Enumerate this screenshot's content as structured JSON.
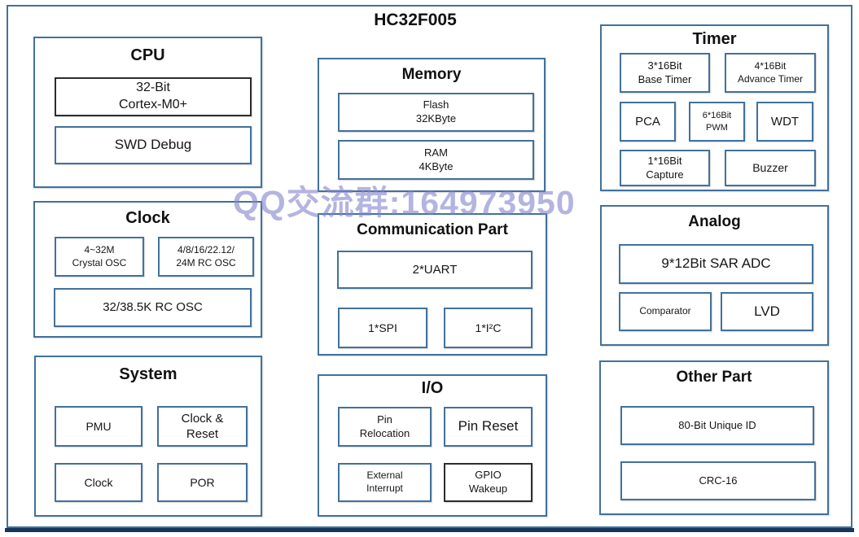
{
  "title": "HC32F005",
  "watermark": {
    "text": "QQ交流群:164973950",
    "color": "#8282cd"
  },
  "colors": {
    "border_blue": "#41719C",
    "border_dark": "#2d2d2d",
    "bottom_bar": "#17365D",
    "text": "#161616",
    "watermark": "#8282cd"
  },
  "sections": {
    "cpu": {
      "title": "CPU",
      "blocks": {
        "cortex": "32-Bit\nCortex-M0+",
        "swd": "SWD Debug"
      }
    },
    "clock": {
      "title": "Clock",
      "blocks": {
        "crystal_osc": "4~32M\nCrystal OSC",
        "rc_osc": "4/8/16/22.12/\n24M RC OSC",
        "low_speed_osc": "32/38.5K RC OSC"
      }
    },
    "system": {
      "title": "System",
      "blocks": {
        "pmu": "PMU",
        "clock_reset": "Clock &\nReset",
        "clock": "Clock",
        "por": "POR"
      }
    },
    "memory": {
      "title": "Memory",
      "blocks": {
        "flash": "Flash\n32KByte",
        "ram": "RAM\n4KByte"
      }
    },
    "communication": {
      "title": "Communication Part",
      "blocks": {
        "uart": "2*UART",
        "spi": "1*SPI",
        "i2c": "1*I²C"
      }
    },
    "io": {
      "title": "I/O",
      "blocks": {
        "pin_relocation": "Pin\nRelocation",
        "pin_reset": "Pin Reset",
        "external_interrupt": "External\nInterrupt",
        "gpio_wakeup": "GPIO\nWakeup"
      }
    },
    "timer": {
      "title": "Timer",
      "blocks": {
        "base_timer": "3*16Bit\nBase Timer",
        "advance_timer": "4*16Bit\nAdvance Timer",
        "pca": "PCA",
        "pwm": "6*16Bit\nPWM",
        "wdt": "WDT",
        "capture": "1*16Bit\nCapture",
        "buzzer": "Buzzer"
      }
    },
    "analog": {
      "title": "Analog",
      "blocks": {
        "sar_adc": "9*12Bit SAR ADC",
        "comparator": "Comparator",
        "lvd": "LVD"
      }
    },
    "other": {
      "title": "Other Part",
      "blocks": {
        "unique_id": "80-Bit Unique ID",
        "crc": "CRC-16"
      }
    }
  }
}
